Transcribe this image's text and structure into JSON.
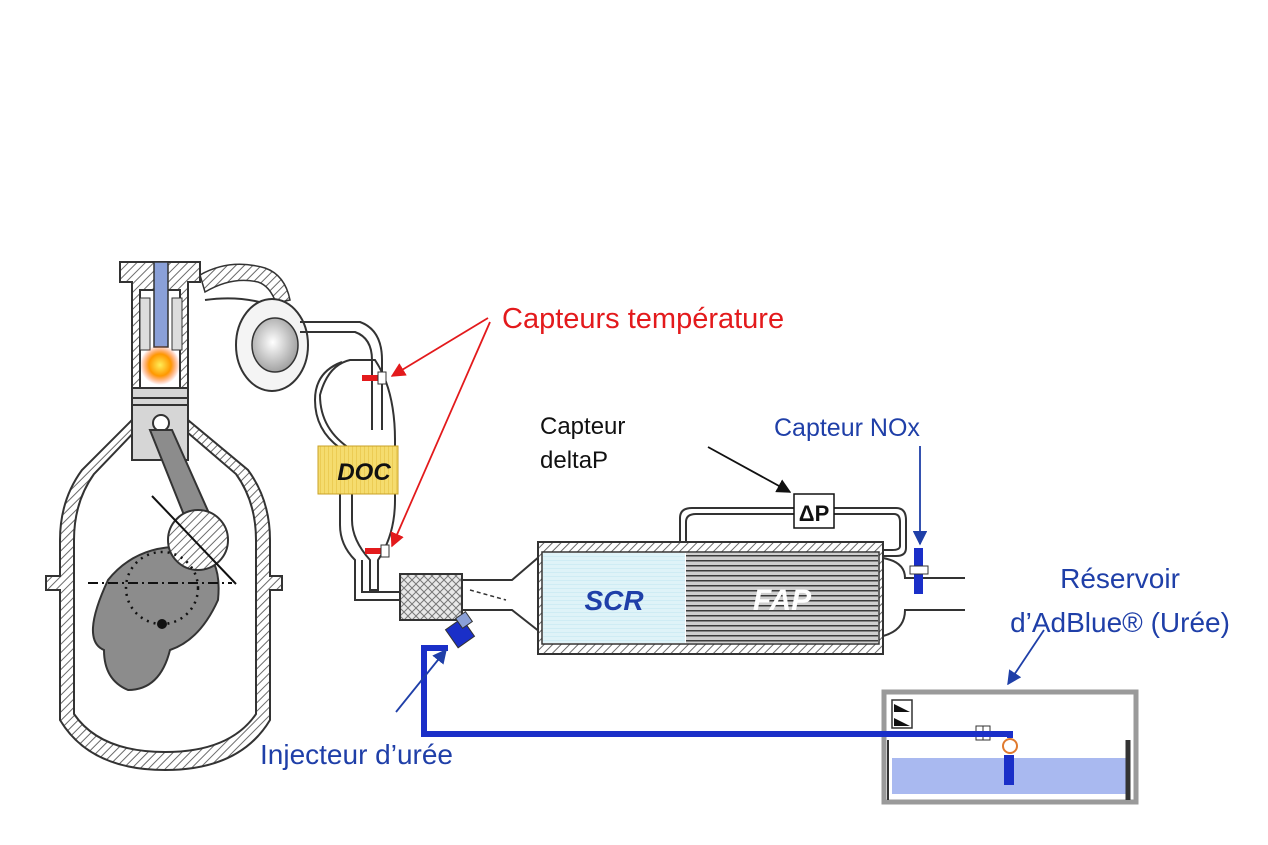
{
  "labels": {
    "temp_sensors": "Capteurs température",
    "deltap_sensor_line1": "Capteur",
    "deltap_sensor_line2": "deltaP",
    "nox_sensor": "Capteur NOx",
    "tank_line1": "Réservoir",
    "tank_line2": "d’AdBlue® (Urée)",
    "urea_injector": "Injecteur d’urée"
  },
  "components": {
    "doc": "DOC",
    "scr": "SCR",
    "fap": "FAP",
    "delta_p": "ΔP"
  },
  "colors": {
    "temperature_label": "#e31a1c",
    "blue_label": "#1f3fa8",
    "urea_line": "#1a2fc8",
    "doc_fill": "#f5dc6e",
    "scr_fill": "#dff3f8",
    "fap_fill": "#555555",
    "adblue_liquid": "#a9b9f0",
    "engine_grey": "#8c8c8c"
  }
}
